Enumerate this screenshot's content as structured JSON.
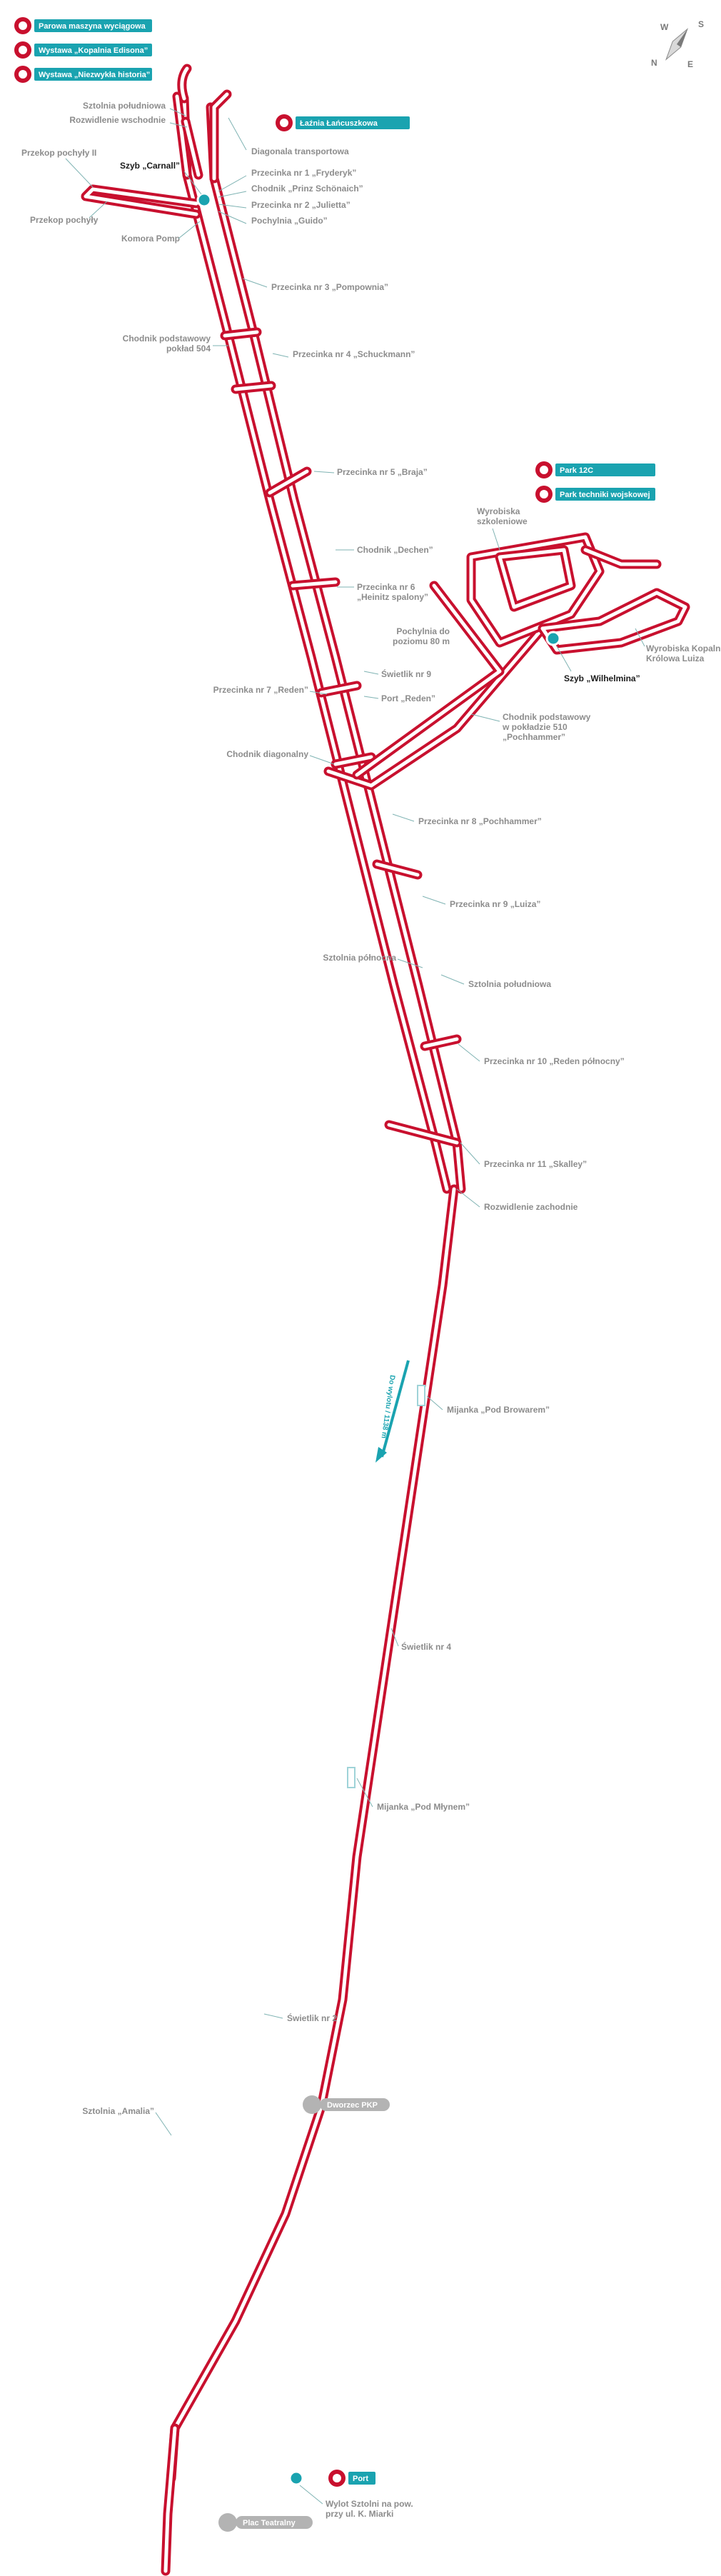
{
  "legend_top": [
    {
      "label": "Parowa maszyna wyciągowa",
      "icon": "mine-badge-icon"
    },
    {
      "label": "Wystawa „Kopalnia Edisona”",
      "icon": "mine-badge-icon"
    },
    {
      "label": "Wystawa „Niezwykła historia”",
      "icon": "mine-badge-icon"
    }
  ],
  "legend_right": [
    {
      "label": "Park 12C",
      "icon": "mine-badge-icon"
    },
    {
      "label": "Park techniki wojskowej",
      "icon": "mine-badge-icon"
    }
  ],
  "lancuch_label": "Łaźnia Łańcuszkowa",
  "port_label": "Port",
  "stations": [
    {
      "label": "Dworzec PKP"
    },
    {
      "label": "Plac Teatralny"
    }
  ],
  "shafts": {
    "carnall": "Szyb „Carnall”",
    "wilhelmina": "Szyb „Wilhelmina”"
  },
  "labels": {
    "sztolnia_pol_top": "Sztolnia południowa",
    "rozwidlenie_wsch": "Rozwidlenie wschodnie",
    "diagonala": "Diagonala transportowa",
    "przekop_II": "Przekop pochyły II",
    "przekop_I": "Przekop pochyły",
    "komora_pomp": "Komora Pomp",
    "p1": "Przecinka nr 1 „Fryderyk”",
    "prinz": "Chodnik „Prinz Schönaich”",
    "p2": "Przecinka nr 2 „Julietta”",
    "guido": "Pochylnia „Guido”",
    "p3": "Przecinka nr 3 „Pompownia”",
    "chodnik504_a": "Chodnik podstawowy",
    "chodnik504_b": "pokład 504",
    "p4": "Przecinka nr 4 „Schuckmann”",
    "p5": "Przecinka nr 5 „Braja”",
    "dechen": "Chodnik „Dechen”",
    "p6_a": "Przecinka nr 6",
    "p6_b": "„Heinitz spalony”",
    "wyrobiska_szk_a": "Wyrobiska",
    "wyrobiska_szk_b": "szkoleniowe",
    "pochylnia80_a": "Pochylnia do",
    "pochylnia80_b": "poziomu 80 m",
    "swietlik9": "Świetlik nr 9",
    "port_reden": "Port „Reden”",
    "p7": "Przecinka nr 7 „Reden”",
    "wyrobiska_luiza_a": "Wyrobiska Kopalni",
    "wyrobiska_luiza_b": "Królowa Luiza",
    "chodnik510_a": "Chodnik podstawowy",
    "chodnik510_b": "w pokładzie 510",
    "chodnik510_c": "„Pochhammer”",
    "diagonalny": "Chodnik diagonalny",
    "p8": "Przecinka nr 8 „Pochhammer”",
    "p9": "Przecinka nr 9 „Luiza”",
    "sztolnia_pn": "Sztolnia północna",
    "sztolnia_pd": "Sztolnia południowa",
    "p10": "Przecinka nr 10 „Reden północny”",
    "p11": "Przecinka nr 11 „Skalley”",
    "rozwidlenie_zach": "Rozwidlenie zachodnie",
    "mijanka_browarem": "Mijanka „Pod Browarem”",
    "direction": "Do wylotu / 1138 m",
    "swietlik4": "Świetlik nr 4",
    "mijanka_mlynem": "Mijanka „Pod Młynem”",
    "swietlik2": "Świetlik nr 2",
    "amalia": "Sztolnia „Amalia”",
    "wylot_a": "Wylot Sztolni na pow.",
    "wylot_b": "przy ul. K. Miarki"
  },
  "compass": {
    "n": "N",
    "s": "S",
    "e": "E",
    "w": "W"
  },
  "colors": {
    "tunnel": "#c8102e",
    "teal": "#1aa3b0",
    "label_gray": "#8c8c8c",
    "station_gray": "#b3b3b3"
  }
}
